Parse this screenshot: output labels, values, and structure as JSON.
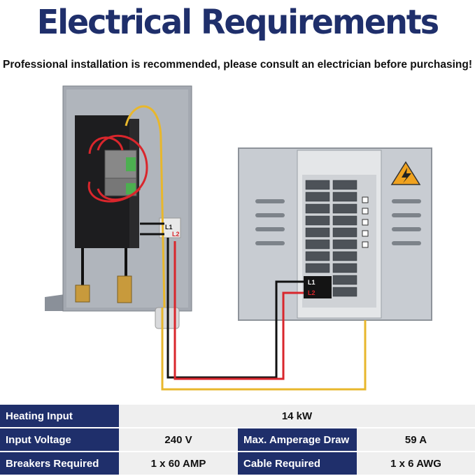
{
  "title": "Electrical Requirements",
  "subtitle": "Professional installation is recommended, please consult an electrician before purchasing!",
  "diagram": {
    "heater_terminals": [
      "L1",
      "L2"
    ],
    "panel_breaker_labels": [
      "L1",
      "L2"
    ],
    "warning_sign_icon": "high-voltage-warning-icon"
  },
  "specs": {
    "heating_input_label": "Heating Input",
    "heating_input_value": "14 kW",
    "input_voltage_label": "Input Voltage",
    "input_voltage_value": "240 V",
    "max_amperage_label": "Max. Amperage Draw",
    "max_amperage_value": "59 A",
    "breakers_label": "Breakers Required",
    "breakers_value": "1 x 60 AMP",
    "cable_label": "Cable Required",
    "cable_value": "1 x 6 AWG"
  },
  "colors": {
    "title": "#1f2f6b",
    "label_bg": "#1f2f6b",
    "value_bg": "#efefef",
    "wire_red": "#d9262c",
    "wire_black": "#111111",
    "wire_yellow": "#e8b72c"
  }
}
